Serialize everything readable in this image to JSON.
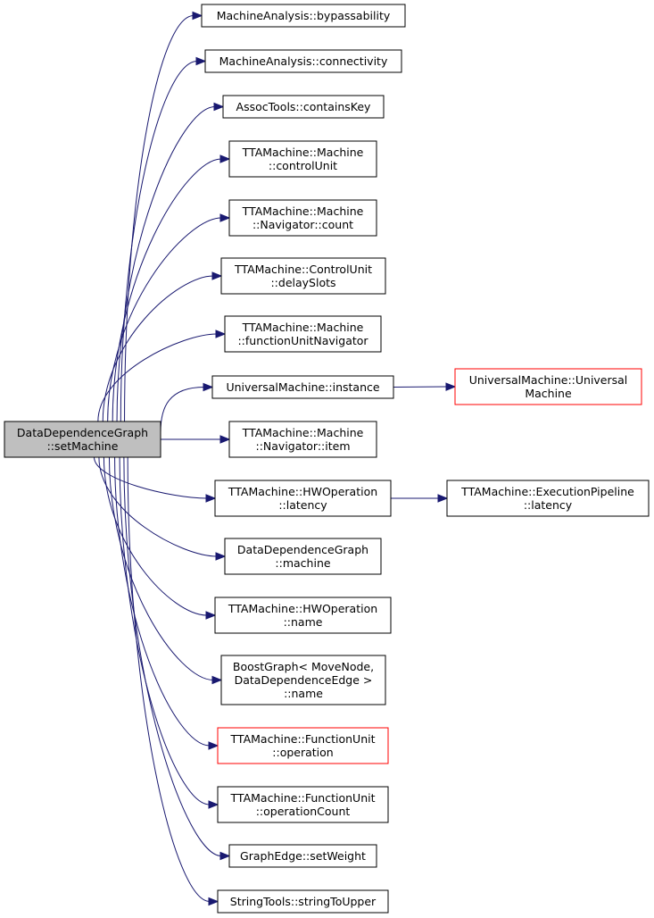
{
  "diagram": {
    "root": {
      "id": "root",
      "lines": [
        "DataDependenceGraph",
        "::setMachine"
      ]
    },
    "nodes": [
      {
        "id": "n1",
        "lines": [
          "MachineAnalysis::bypassability"
        ],
        "border": "black"
      },
      {
        "id": "n2",
        "lines": [
          "MachineAnalysis::connectivity"
        ],
        "border": "black"
      },
      {
        "id": "n3",
        "lines": [
          "AssocTools::containsKey"
        ],
        "border": "black"
      },
      {
        "id": "n4",
        "lines": [
          "TTAMachine::Machine",
          "::controlUnit"
        ],
        "border": "black"
      },
      {
        "id": "n5",
        "lines": [
          "TTAMachine::Machine",
          "::Navigator::count"
        ],
        "border": "black"
      },
      {
        "id": "n6",
        "lines": [
          "TTAMachine::ControlUnit",
          "::delaySlots"
        ],
        "border": "black"
      },
      {
        "id": "n7",
        "lines": [
          "TTAMachine::Machine",
          "::functionUnitNavigator"
        ],
        "border": "black"
      },
      {
        "id": "n8",
        "lines": [
          "UniversalMachine::instance"
        ],
        "border": "black"
      },
      {
        "id": "n8a",
        "lines": [
          "UniversalMachine::Universal",
          "Machine"
        ],
        "border": "red"
      },
      {
        "id": "n9",
        "lines": [
          "TTAMachine::Machine",
          "::Navigator::item"
        ],
        "border": "black"
      },
      {
        "id": "n10",
        "lines": [
          "TTAMachine::HWOperation",
          "::latency"
        ],
        "border": "black"
      },
      {
        "id": "n10a",
        "lines": [
          "TTAMachine::ExecutionPipeline",
          "::latency"
        ],
        "border": "black"
      },
      {
        "id": "n11",
        "lines": [
          "DataDependenceGraph",
          "::machine"
        ],
        "border": "black"
      },
      {
        "id": "n12",
        "lines": [
          "TTAMachine::HWOperation",
          "::name"
        ],
        "border": "black"
      },
      {
        "id": "n13",
        "lines": [
          "BoostGraph< MoveNode,",
          "DataDependenceEdge >",
          "::name"
        ],
        "border": "black"
      },
      {
        "id": "n14",
        "lines": [
          "TTAMachine::FunctionUnit",
          "::operation"
        ],
        "border": "red"
      },
      {
        "id": "n15",
        "lines": [
          "TTAMachine::FunctionUnit",
          "::operationCount"
        ],
        "border": "black"
      },
      {
        "id": "n16",
        "lines": [
          "GraphEdge::setWeight"
        ],
        "border": "black"
      },
      {
        "id": "n17",
        "lines": [
          "StringTools::stringToUpper"
        ],
        "border": "black"
      }
    ],
    "edges": [
      {
        "from": "root",
        "to": "n1"
      },
      {
        "from": "root",
        "to": "n2"
      },
      {
        "from": "root",
        "to": "n3"
      },
      {
        "from": "root",
        "to": "n4"
      },
      {
        "from": "root",
        "to": "n5"
      },
      {
        "from": "root",
        "to": "n6"
      },
      {
        "from": "root",
        "to": "n7"
      },
      {
        "from": "root",
        "to": "n8"
      },
      {
        "from": "root",
        "to": "n9"
      },
      {
        "from": "root",
        "to": "n10"
      },
      {
        "from": "root",
        "to": "n11"
      },
      {
        "from": "root",
        "to": "n12"
      },
      {
        "from": "root",
        "to": "n13"
      },
      {
        "from": "root",
        "to": "n14"
      },
      {
        "from": "root",
        "to": "n15"
      },
      {
        "from": "root",
        "to": "n16"
      },
      {
        "from": "root",
        "to": "n17"
      },
      {
        "from": "n8",
        "to": "n8a"
      },
      {
        "from": "n10",
        "to": "n10a"
      }
    ],
    "colors": {
      "edge": "#191970",
      "root_fill": "#bfbfbf",
      "highlight_border": "#ff0000"
    }
  }
}
